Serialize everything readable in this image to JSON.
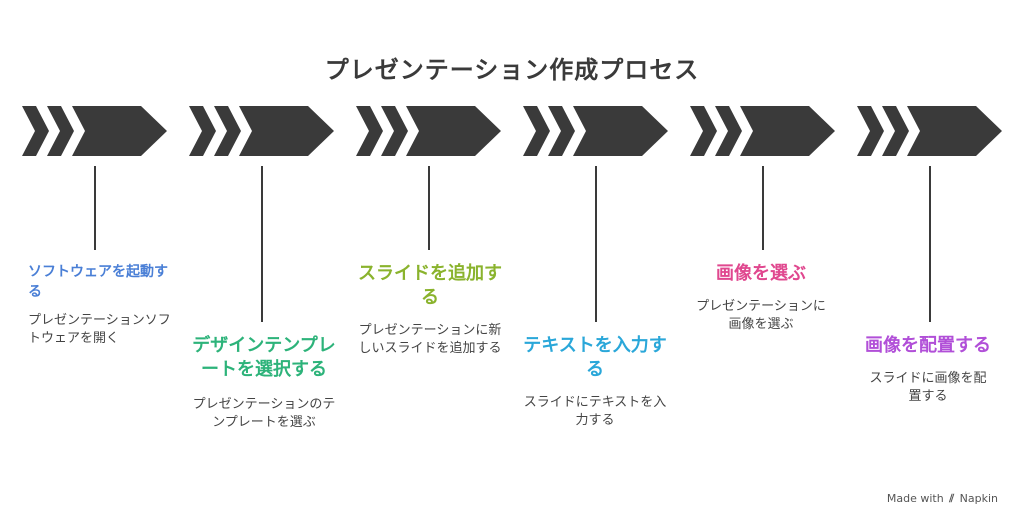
{
  "title": "プレゼンテーション作成プロセス",
  "colors": {
    "chevron": "#3a3a3a",
    "line": "#3a3a3a",
    "stage1": "#4a7fd6",
    "stage2": "#2db37a",
    "stage3": "#8ab32d",
    "stage4": "#2aa7d9",
    "stage5": "#e0488f",
    "stage6": "#b14fd8"
  },
  "stages": [
    {
      "title": "ソフトウェアを起動する",
      "description": "プレゼンテーションソフトウェアを開く"
    },
    {
      "title": "デザインテンプレートを選択する",
      "description": "プレゼンテーションのテンプレートを選ぶ"
    },
    {
      "title": "スライドを追加する",
      "description": "プレゼンテーションに新しいスライドを追加する"
    },
    {
      "title": "テキストを入力する",
      "description": "スライドにテキストを入力する"
    },
    {
      "title": "画像を選ぶ",
      "description": "プレゼンテーションに画像を選ぶ"
    },
    {
      "title": "画像を配置する",
      "description": "スライドに画像を配置する"
    }
  ],
  "footer": {
    "made_with": "Made with",
    "brand": "Napkin"
  }
}
